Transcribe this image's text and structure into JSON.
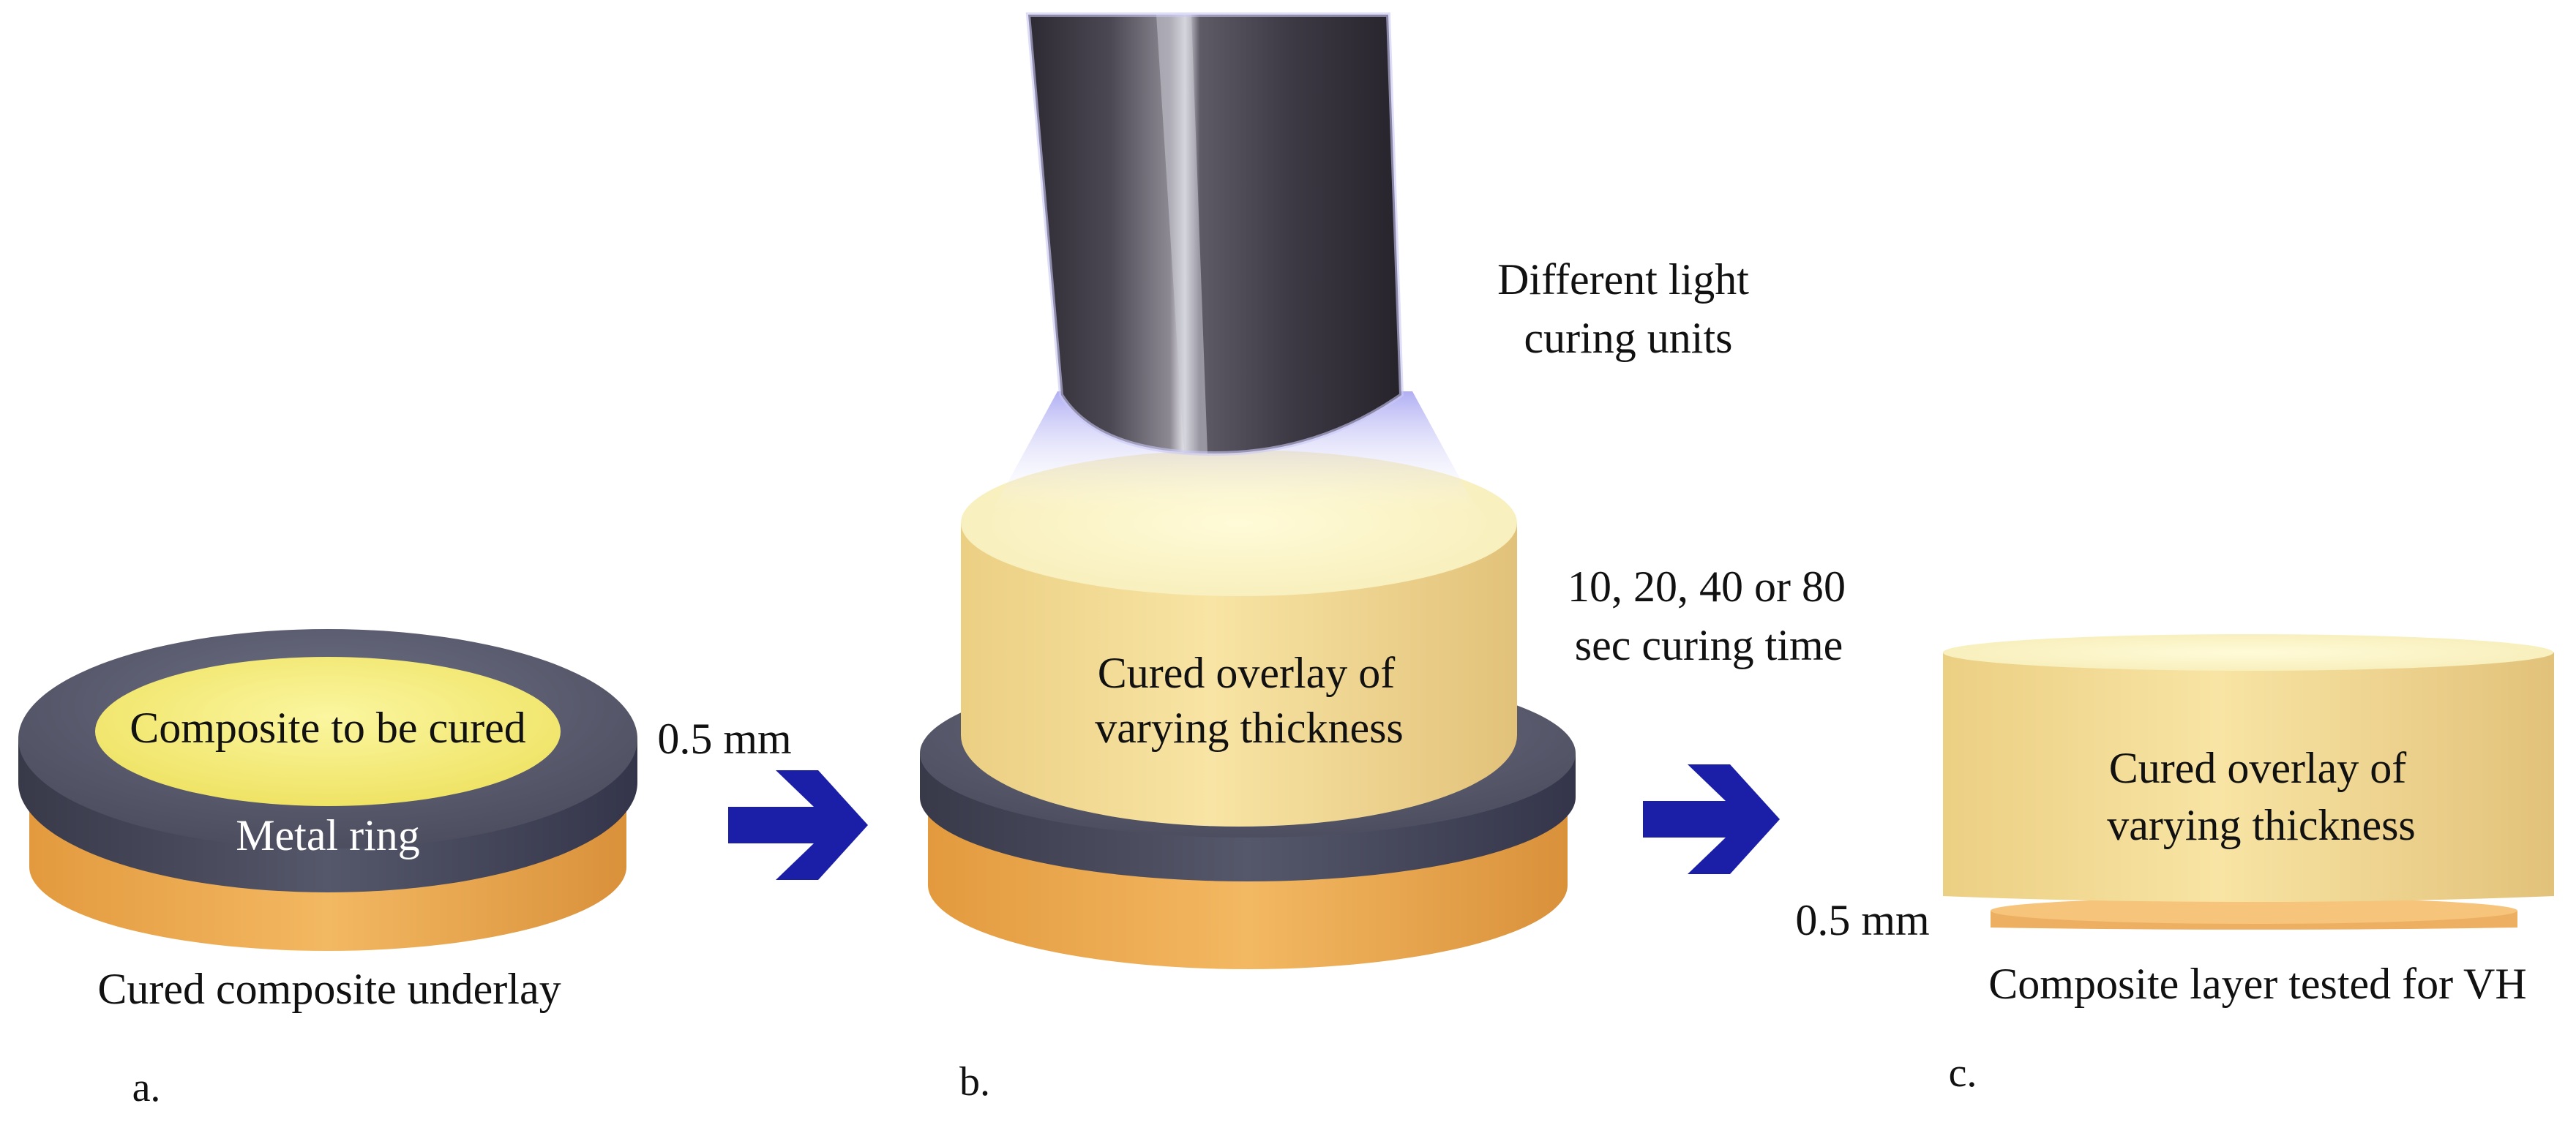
{
  "panels": {
    "a": {
      "step_label": "a.",
      "inner_label": "Composite to be cured",
      "ring_label": "Metal ring",
      "thickness_label": "0.5 mm",
      "caption": "Cured composite underlay"
    },
    "b": {
      "step_label": "b.",
      "cylinder_label_line1": "Cured overlay of",
      "cylinder_label_line2": "varying thickness",
      "light_label_line1": "Different light",
      "light_label_line2": "curing units",
      "time_label_line1": "10, 20, 40 or 80",
      "time_label_line2": "sec curing time"
    },
    "c": {
      "step_label": "c.",
      "cylinder_label_line1": "Cured overlay of",
      "cylinder_label_line2": "varying thickness",
      "thickness_label": "0.5 mm",
      "caption": "Composite layer tested for VH"
    }
  },
  "colors": {
    "composite_orange": "#E8A850",
    "metal_ring": "#4A4B5C",
    "uncured_yellow": "#F5EE6E",
    "cured_overlay": "#F3DC95",
    "arrow_blue": "#1B1FA8",
    "light_glow": "#C9C8F5",
    "light_guide": "#3A3640"
  },
  "icons": [
    "right-arrow-icon",
    "right-arrow-icon",
    "light-curing-tip-icon"
  ]
}
